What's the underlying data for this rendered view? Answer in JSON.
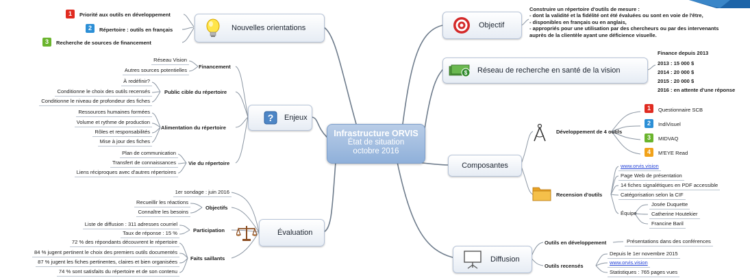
{
  "central": {
    "line1": "Infrastructure ORVIS",
    "line2": "État de situation",
    "line3": "octobre 2016"
  },
  "colors": {
    "red": "#e02b20",
    "blue": "#2c8fd6",
    "green": "#6ab42d",
    "orange": "#f1a21a",
    "central": "#9ab7de",
    "link": "#1f3fd6"
  },
  "nouvelles": {
    "title": "Nouvelles orientations",
    "icon": "lightbulb-icon",
    "items": [
      {
        "num": "1",
        "text": "Priorité aux outils en développement"
      },
      {
        "num": "2",
        "text": "Répertoire : outils en français"
      },
      {
        "num": "3",
        "text": "Recherche de sources de financement"
      }
    ]
  },
  "enjeux": {
    "title": "Enjeux",
    "icon": "question-icon",
    "groups": [
      {
        "label": "Financement",
        "items": [
          "Réseau Vision",
          "Autres sources potentielles"
        ]
      },
      {
        "label": "Public cible du répertoire",
        "items": [
          "À redéfinir?",
          "Conditionne le choix des outils recensés",
          "Conditionne le niveau de profondeur des fiches"
        ]
      },
      {
        "label": "Alimentation du répertoire",
        "items": [
          "Ressources humaines formées",
          "Volume et rythme de production",
          "Rôles et responsabilités",
          "Mise à jour des fiches"
        ]
      },
      {
        "label": "Vie du répertoire",
        "items": [
          "Plan de communication",
          "Transfert de connaissances",
          "Liens réciproques avec d'autres répertoires"
        ]
      }
    ]
  },
  "evaluation": {
    "title": "Évaluation",
    "icon": "balance-scale-icon",
    "first": "1er sondage : juin 2016",
    "groups": [
      {
        "label": "Objectifs",
        "items": [
          "Recueillir les réactions",
          "Connaître les besoins"
        ]
      },
      {
        "label": "Participation",
        "items": [
          "Liste de diffusion : 311 adresses courriel",
          "Taux de réponse : 15 %"
        ]
      },
      {
        "label": "Faits saillants",
        "items": [
          "72 % des répondants découvrent le répertoire",
          "84 % jugent pertinent le choix des premiers outils documentés",
          "87 % jugent les fiches pertinentes, claires et bien organisées",
          "74 % sont satisfaits du répertoire et de son contenu"
        ]
      }
    ]
  },
  "objectif": {
    "title": "Objectif",
    "icon": "target-icon",
    "lines": [
      "Construire un répertoire d'outils de mesure :",
      "- dont la validité et la fidélité ont été évaluées ou sont en voie de l'être,",
      "- disponibles en français ou en anglais,",
      "- appropriés pour une utilisation par des chercheurs ou par des intervenants",
      "auprès de la clientèle ayant une déficience visuelle."
    ]
  },
  "reseau": {
    "title": "Réseau de recherche en santé de la vision",
    "icon": "money-icon",
    "lines": [
      "Finance depuis 2013",
      "2013 : 15 000 $",
      "2014 : 20 000 $",
      "2015 : 20 000 $",
      "2016 : en attente d'une réponse"
    ]
  },
  "composantes": {
    "title": "Composantes",
    "dev": {
      "label": "Développement de 4 outils",
      "icon": "compass-icon",
      "items": [
        {
          "num": "1",
          "text": "Questionnaire SCB"
        },
        {
          "num": "2",
          "text": "IndiVisuel"
        },
        {
          "num": "3",
          "text": "MIDVAQ"
        },
        {
          "num": "4",
          "text": "M'EYE Read"
        }
      ]
    },
    "rec": {
      "label": "Recension d'outils",
      "icon": "folder-icon",
      "items": [
        "www.orvis.vision",
        "Page Web de présentation",
        "14 fiches signalétiques en PDF accessible",
        "Catégorisation selon la CIF"
      ],
      "equipe_label": "Équipe",
      "equipe": [
        "Josée Duquette",
        "Catherine Houtekier",
        "Francine Baril"
      ]
    }
  },
  "diffusion": {
    "title": "Diffusion",
    "icon": "presentation-board-icon",
    "groups": [
      {
        "label": "Outils en développement",
        "items": [
          "Présentations dans des conférences"
        ]
      },
      {
        "label": "Outils recensés",
        "items": [
          "Depuis le 1er novembre 2015",
          "www.orvis.vision",
          "Statistiques : 765 pages vues"
        ]
      }
    ]
  }
}
